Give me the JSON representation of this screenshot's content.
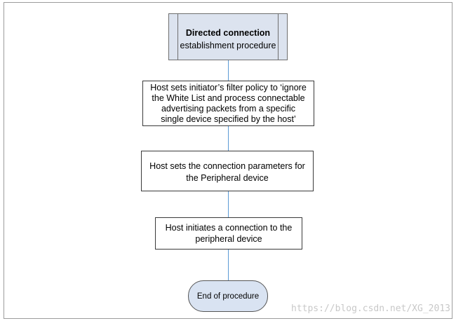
{
  "flowchart": {
    "start": {
      "title": "Directed connection",
      "subtitle": "establishment procedure"
    },
    "steps": [
      {
        "lines": [
          "Host sets initiator’s filter policy to ‘ignore",
          "the White List and process connectable",
          "advertising packets from a specific",
          "single device specified by the host’"
        ]
      },
      {
        "lines": [
          "Host sets the connection parameters for",
          "the Peripheral device"
        ]
      },
      {
        "lines": [
          "Host initiates a connection to the",
          "peripheral device"
        ]
      }
    ],
    "end": {
      "label": "End of procedure"
    }
  },
  "watermark": "https://blog.csdn.net/XG_2013",
  "colors": {
    "connector": "#5b9bd5",
    "start_fill": "#dce3ef",
    "end_fill": "#d9e3f2",
    "box_border": "#3a3a3a",
    "watermark": "#c8c8c8"
  }
}
